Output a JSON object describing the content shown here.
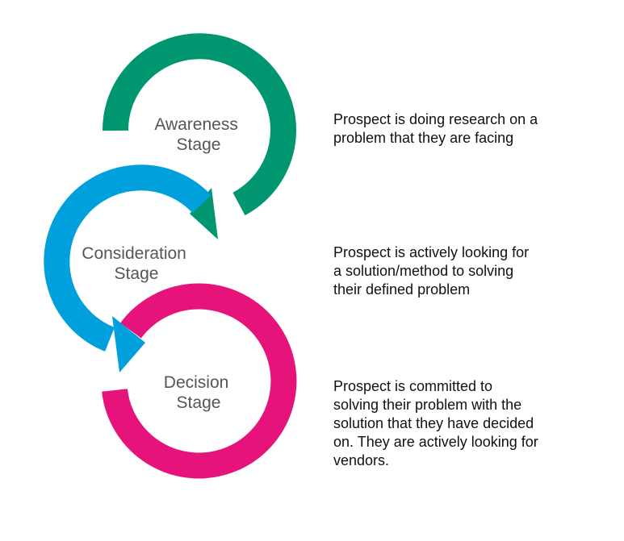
{
  "stages": [
    {
      "title_line1": "Awareness",
      "title_line2": "Stage",
      "color": "#009670",
      "description": "Prospect is doing research on a\nproblem that they are facing"
    },
    {
      "title_line1": "Consideration",
      "title_line2": "Stage",
      "color": "#00A0DC",
      "description": "Prospect is actively looking for\na solution/method to solving\ntheir defined problem"
    },
    {
      "title_line1": "Decision",
      "title_line2": "Stage",
      "color": "#E6137A",
      "description": "Prospect is committed to\nsolving their problem with the\nsolution that they have decided\non. They are actively looking for\nvendors."
    }
  ]
}
